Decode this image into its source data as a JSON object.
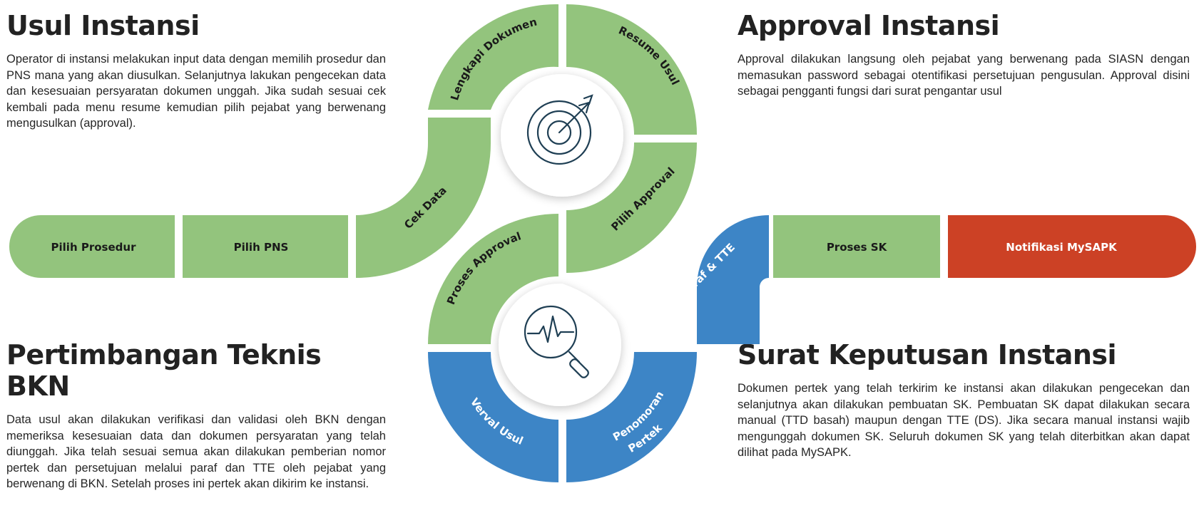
{
  "sections": {
    "usul": {
      "title": "Usul Instansi",
      "text": "Operator di instansi melakukan input data dengan memilih prosedur dan PNS mana yang akan diusulkan. Selanjutnya lakukan pengecekan data dan kesesuaian persyaratan dokumen unggah. Jika sudah sesuai cek kembali pada menu resume kemudian pilih pejabat yang berwenang mengusulkan (approval)."
    },
    "approval": {
      "title": "Approval Instansi",
      "text": "Approval dilakukan langsung oleh pejabat yang berwenang pada SIASN dengan memasukan password sebagai otentifikasi persetujuan pengusulan. Approval disini sebagai pengganti fungsi dari surat pengantar usul"
    },
    "pertimbangan": {
      "title": "Pertimbangan Teknis BKN",
      "text": "Data usul akan dilakukan verifikasi dan validasi oleh BKN dengan memeriksa kesesuaian data dan dokumen persyaratan yang telah diunggah. Jika telah sesuai semua akan dilakukan pemberian nomor pertek dan persetujuan melalui paraf dan TTE oleh pejabat yang berwenang di BKN. Setelah proses ini pertek akan dikirim ke instansi."
    },
    "sk": {
      "title": "Surat Keputusan Instansi",
      "text": "Dokumen pertek yang telah terkirim ke instansi akan dilakukan pengecekan dan selanjutnya akan dilakukan pembuatan SK. Pembuatan SK dapat dilakukan secara manual (TTD basah) maupun dengan TTE (DS). Jika secara manual instansi wajib mengunggah dokumen SK. Seluruh dokumen SK yang telah diterbitkan akan dapat dilihat pada MySAPK."
    }
  },
  "steps": {
    "pilih_prosedur": "Pilih Prosedur",
    "pilih_pns": "Pilih PNS",
    "cek_data": "Cek Data",
    "lengkapi_dokumen": "Lengkapi Dokumen",
    "resume_usul": "Resume Usul",
    "pilih_approval": "Pilih Approval",
    "proses_approval": "Proses Approval",
    "verval_usul": "Verval Usul",
    "penomoran_pertek_1": "Penomoran",
    "penomoran_pertek_2": "Pertek",
    "paraf_tte": "Paraf & TTE",
    "proses_sk": "Proses SK",
    "notifikasi_mysapk": "Notifikasi MySAPK"
  },
  "icons": {
    "top": "target-arrow-icon",
    "bottom": "magnifier-pulse-icon"
  },
  "colors": {
    "green": "#93c47d",
    "blue": "#3d85c6",
    "red": "#cc4125",
    "dark_text": "#1a1a1a",
    "icon_stroke": "#1f3f54"
  }
}
